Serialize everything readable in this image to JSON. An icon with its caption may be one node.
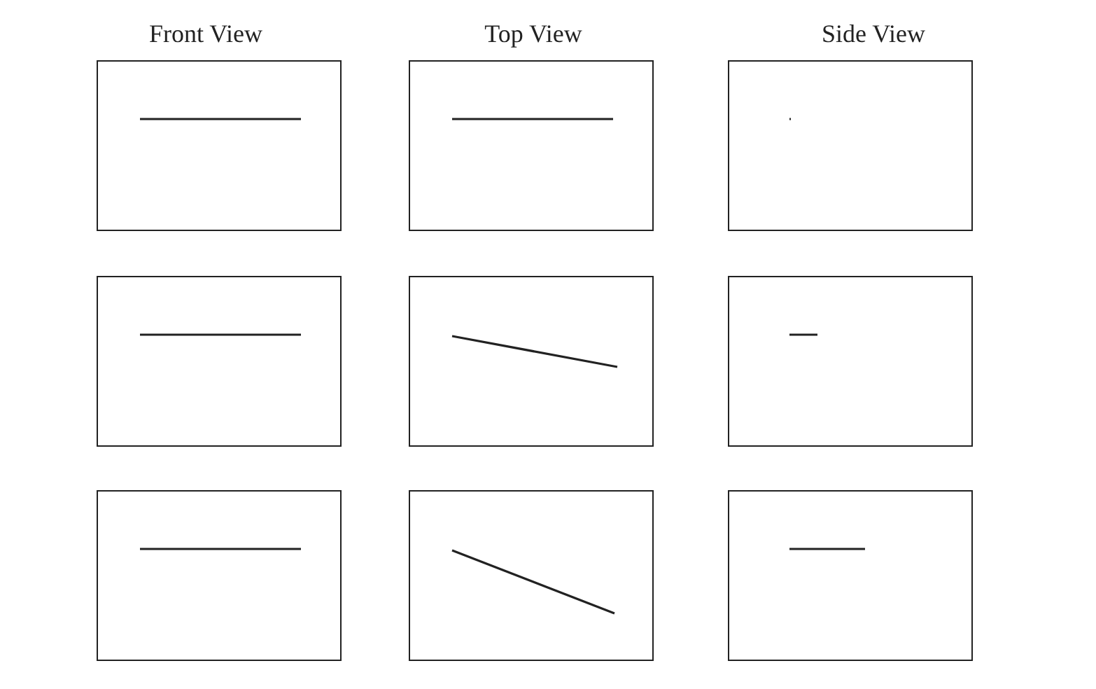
{
  "diagram": {
    "nodes": [
      {
        "text": [],
        "shape": "box"
      },
      {
        "text": [],
        "shape": "box"
      },
      {
        "text": [],
        "shape": "box"
      },
      {
        "text": [],
        "shape": "box"
      },
      {
        "text": [],
        "shape": "box"
      },
      {
        "text": [],
        "shape": "box"
      },
      {
        "text": [],
        "shape": "box"
      },
      {
        "text": [],
        "shape": "box"
      },
      {
        "text": [],
        "shape": "box"
      }
    ],
    "labels": [
      "Front View",
      "Top View",
      "Side View"
    ]
  }
}
